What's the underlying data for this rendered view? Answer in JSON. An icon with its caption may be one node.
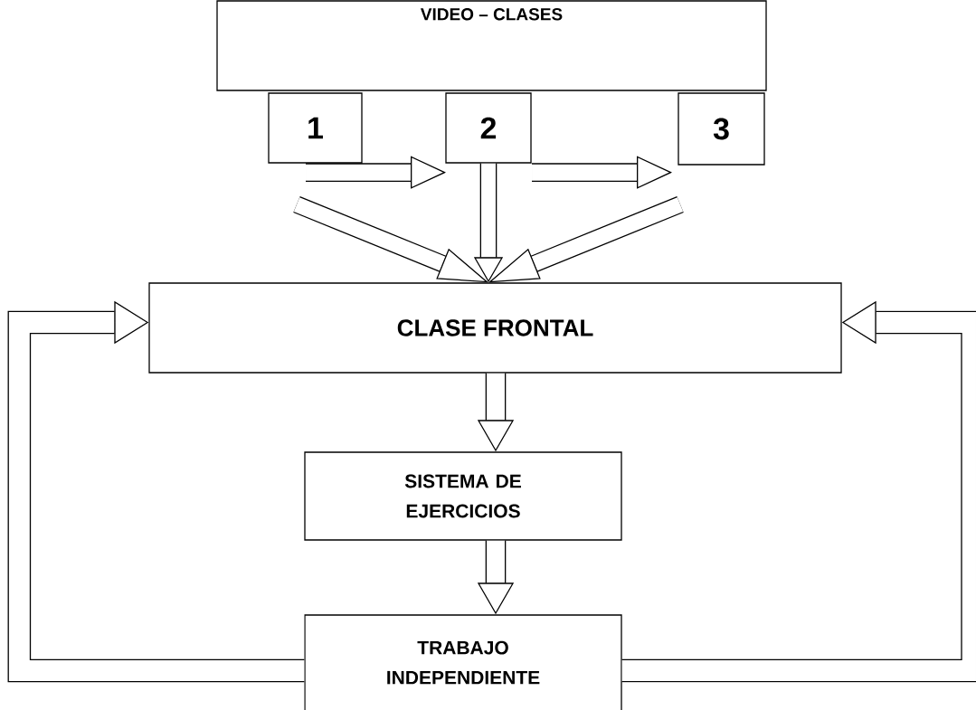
{
  "diagram": {
    "nodes": [
      {
        "text": [
          "VIDEO – CLASES"
        ]
      },
      {
        "text": [
          "1"
        ]
      },
      {
        "text": [
          "2"
        ]
      },
      {
        "text": [
          "3"
        ]
      },
      {
        "text": [
          "CLASE FRONTAL"
        ]
      },
      {
        "text": [
          "SISTEMA DE EJERCICIOS"
        ]
      },
      {
        "text": [
          "TRABAJO INDEPENDIENTE"
        ]
      }
    ],
    "edges": [
      {
        "from": 1,
        "to": 2,
        "arrow": "to"
      },
      {
        "from": 2,
        "to": 3,
        "arrow": "to"
      },
      {
        "from": null,
        "to": 4,
        "arrow": "to"
      },
      {
        "from": 2,
        "to": 4,
        "arrow": "to"
      },
      {
        "from": null,
        "to": 4,
        "arrow": "to"
      },
      {
        "from": 4,
        "to": 5,
        "arrow": "to"
      },
      {
        "from": 5,
        "to": 6,
        "arrow": "to"
      },
      {
        "from": 6,
        "to": 4,
        "arrow": "to"
      },
      {
        "from": 6,
        "to": 4,
        "arrow": "to"
      }
    ]
  }
}
